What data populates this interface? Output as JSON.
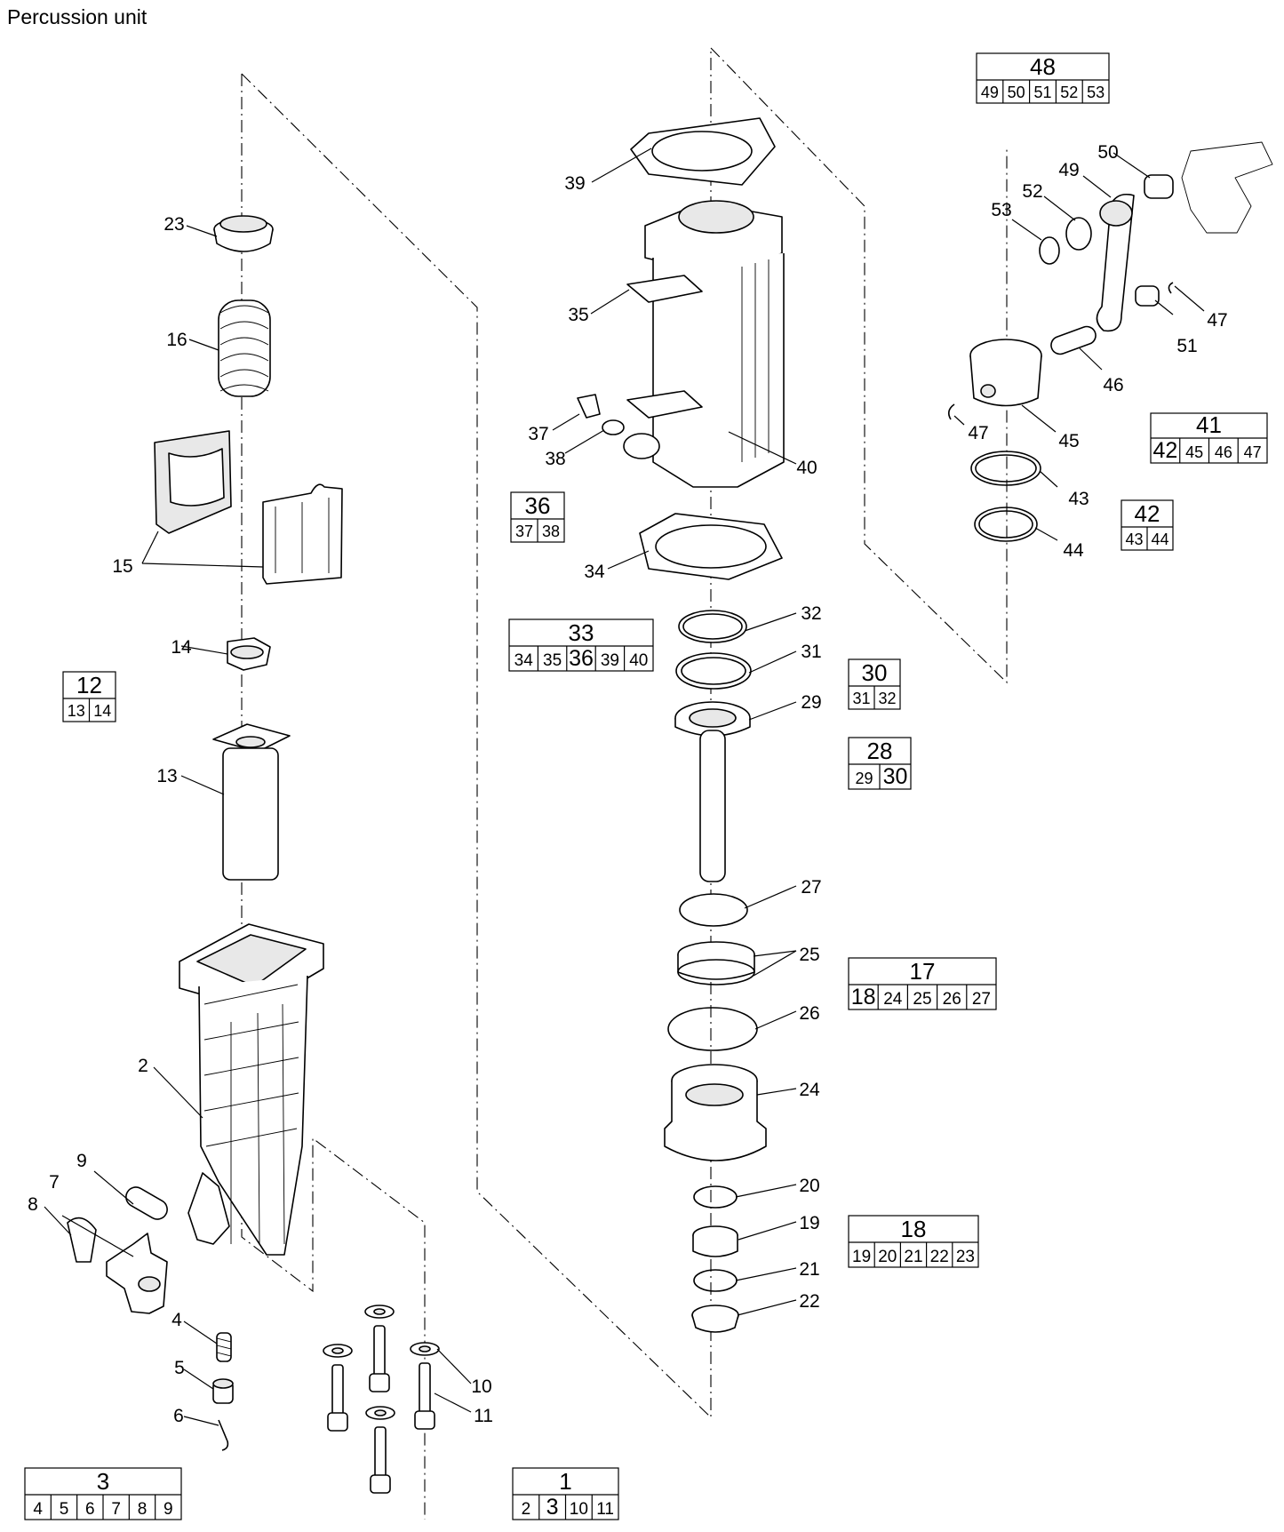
{
  "title": "Percussion unit",
  "callouts": {
    "2": "2",
    "4": "4",
    "5": "5",
    "6": "6",
    "7": "7",
    "8": "8",
    "9": "9",
    "10": "10",
    "11": "11",
    "13": "13",
    "14": "14",
    "15": "15",
    "16": "16",
    "19": "19",
    "20": "20",
    "21": "21",
    "22": "22",
    "23": "23",
    "24": "24",
    "25": "25",
    "26": "26",
    "27": "27",
    "29": "29",
    "31": "31",
    "32": "32",
    "34": "34",
    "35": "35",
    "37": "37",
    "38": "38",
    "39": "39",
    "40": "40",
    "43": "43",
    "44": "44",
    "45": "45",
    "46": "46",
    "47a": "47",
    "47b": "47",
    "49": "49",
    "50": "50",
    "51": "51",
    "52": "52",
    "53": "53"
  },
  "kits": [
    {
      "id": "kit-48",
      "head": "48",
      "items": [
        "49",
        "50",
        "51",
        "52",
        "53"
      ]
    },
    {
      "id": "kit-36",
      "head": "36",
      "items": [
        "37",
        "38"
      ]
    },
    {
      "id": "kit-33",
      "head": "33",
      "items": [
        "34",
        "35",
        "36",
        "39",
        "40"
      ]
    },
    {
      "id": "kit-41",
      "head": "41",
      "items": [
        "42",
        "45",
        "46",
        "47"
      ]
    },
    {
      "id": "kit-42",
      "head": "42",
      "items": [
        "43",
        "44"
      ]
    },
    {
      "id": "kit-12",
      "head": "12",
      "items": [
        "13",
        "14"
      ]
    },
    {
      "id": "kit-30",
      "head": "30",
      "items": [
        "31",
        "32"
      ]
    },
    {
      "id": "kit-28",
      "head": "28",
      "items": [
        "29",
        "30"
      ]
    },
    {
      "id": "kit-17",
      "head": "17",
      "items": [
        "18",
        "24",
        "25",
        "26",
        "27"
      ]
    },
    {
      "id": "kit-18",
      "head": "18",
      "items": [
        "19",
        "20",
        "21",
        "22",
        "23"
      ]
    },
    {
      "id": "kit-3",
      "head": "3",
      "items": [
        "4",
        "5",
        "6",
        "7",
        "8",
        "9"
      ]
    },
    {
      "id": "kit-1",
      "head": "1",
      "items": [
        "2",
        "3",
        "10",
        "11"
      ]
    }
  ]
}
